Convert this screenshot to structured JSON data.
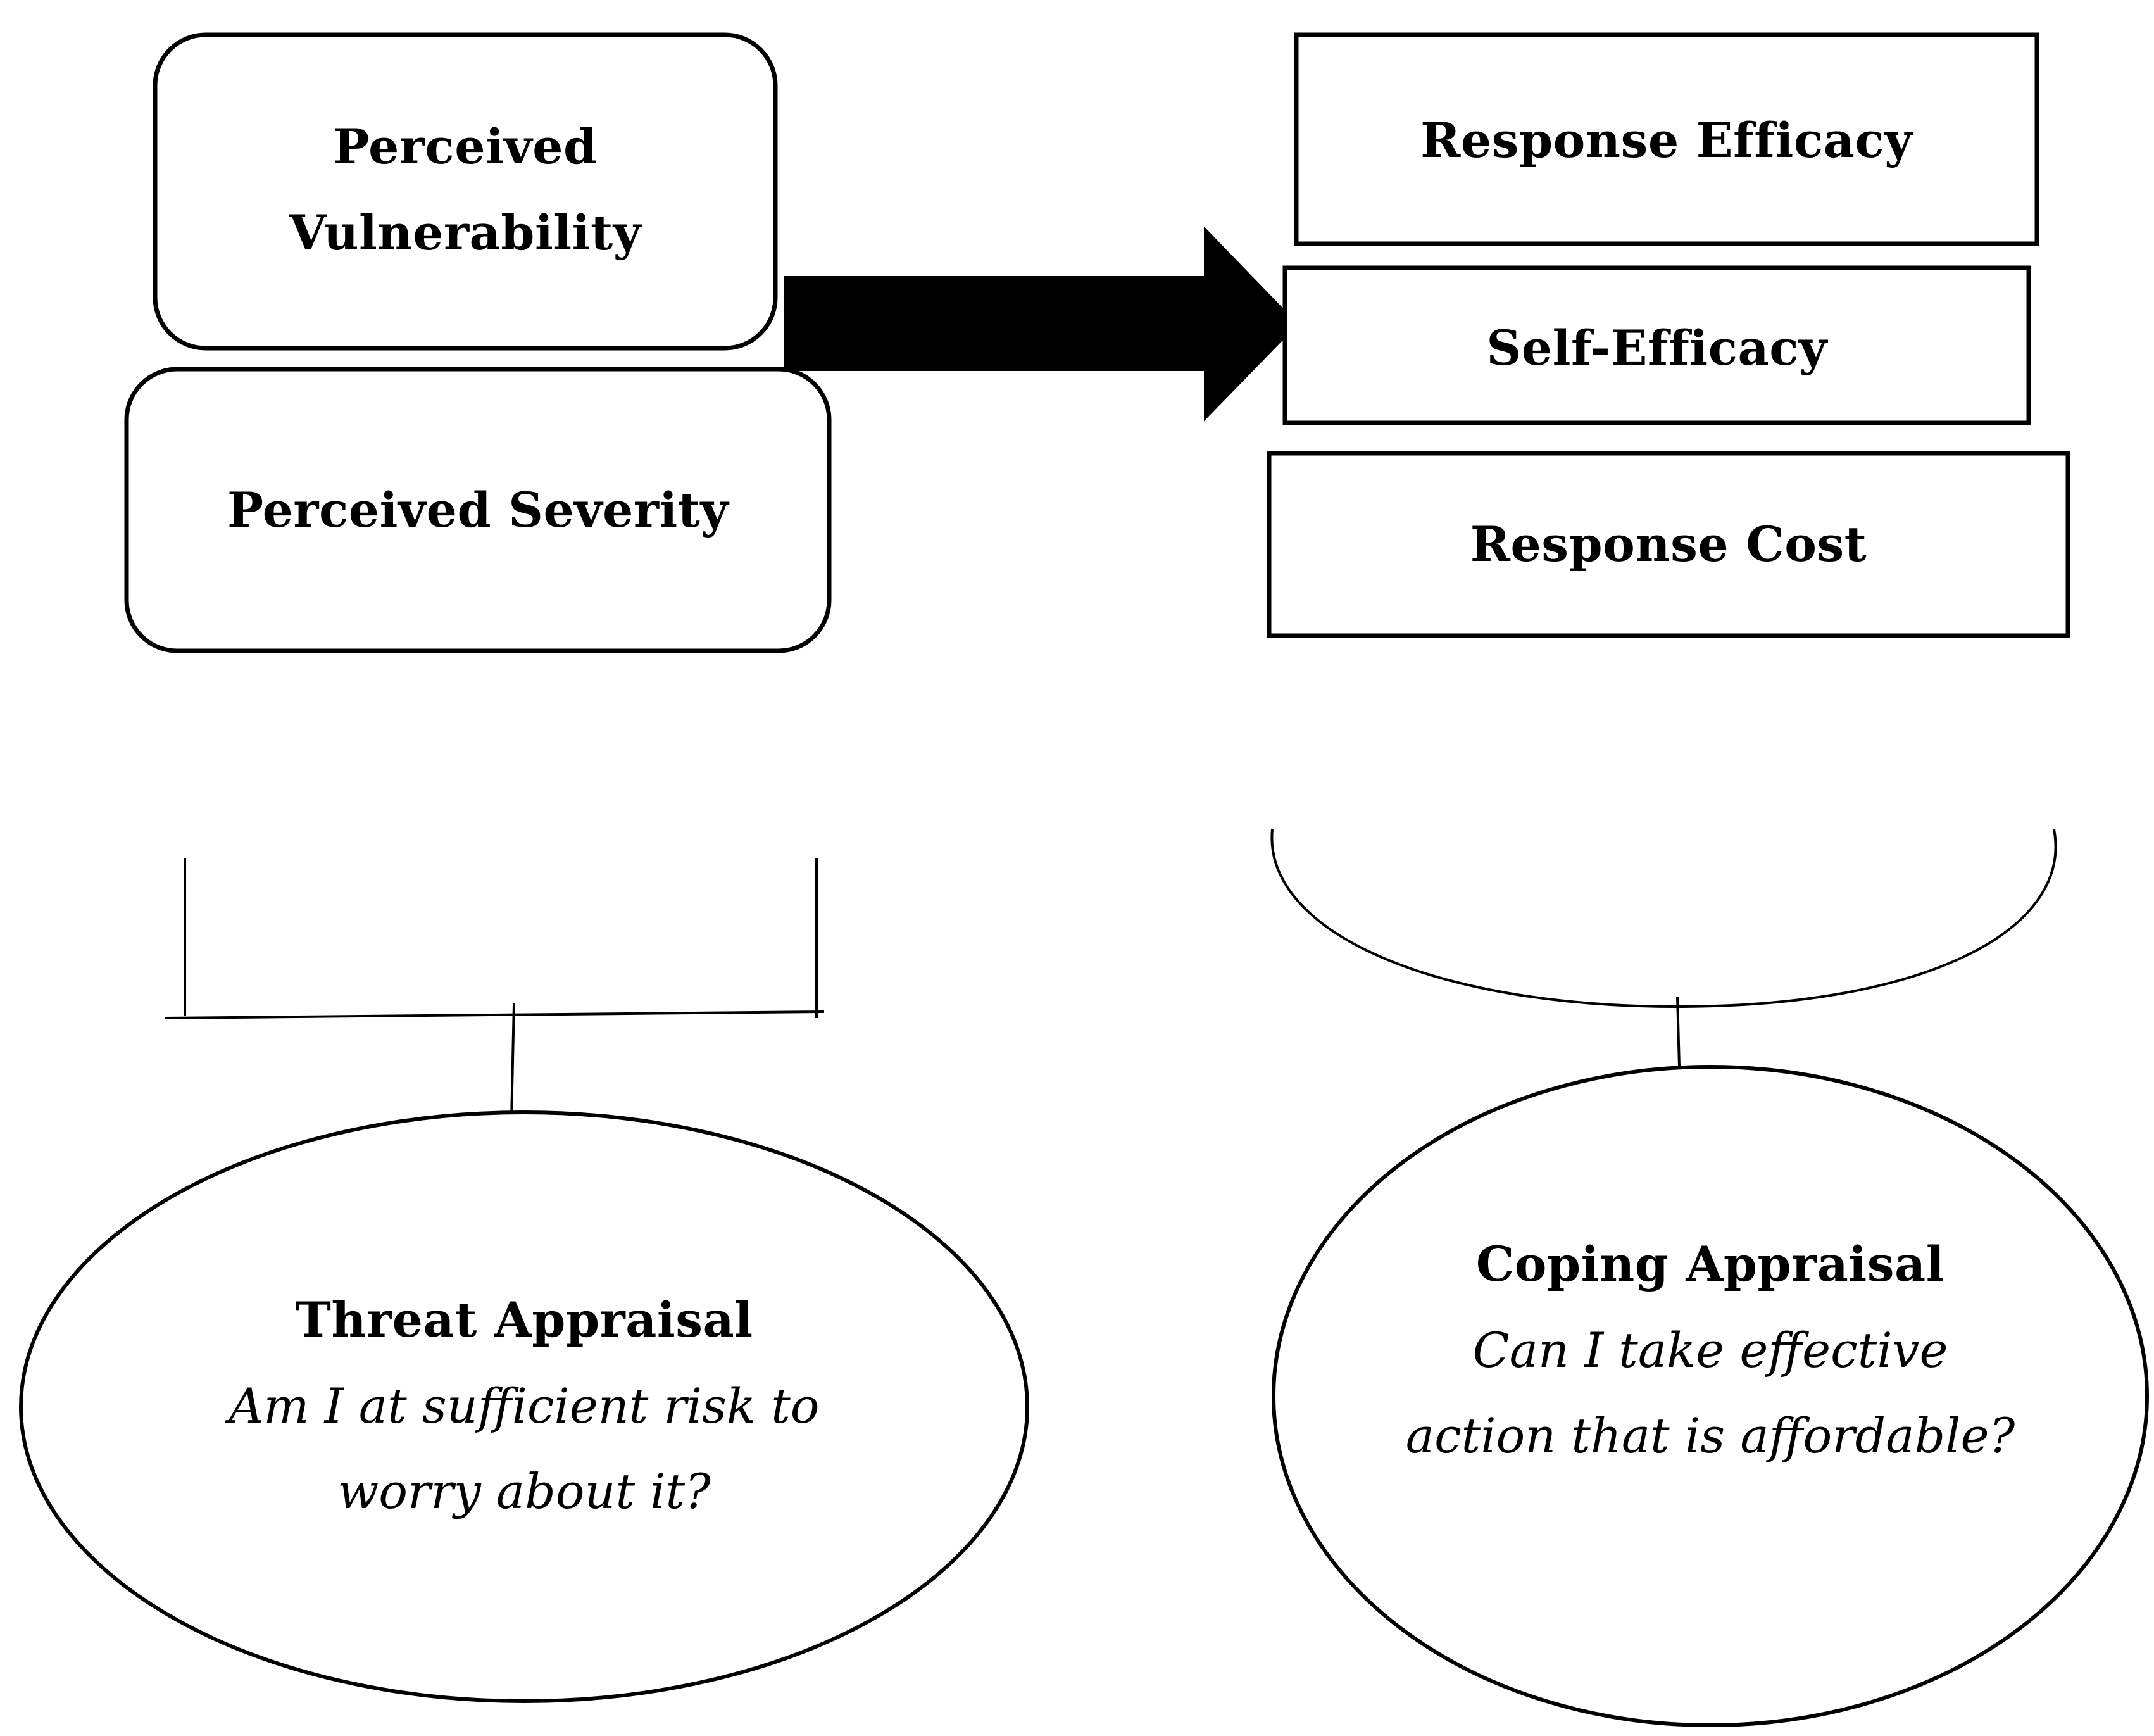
{
  "threat_factors": {
    "vulnerability": {
      "line1": "Perceived",
      "line2": "Vulnerability"
    },
    "severity": {
      "label": "Perceived Severity"
    }
  },
  "coping_factors": {
    "response_efficacy": {
      "label": "Response Efficacy"
    },
    "self_efficacy": {
      "label": "Self-Efficacy"
    },
    "response_cost": {
      "label": "Response Cost"
    }
  },
  "threat_appraisal": {
    "title": "Threat Appraisal",
    "question_line1": "Am I at sufficient risk to",
    "question_line2": "worry about it?"
  },
  "coping_appraisal": {
    "title": "Coping Appraisal",
    "question_line1": "Can I take effective",
    "question_line2": "action that is affordable?"
  },
  "colors": {
    "stroke": "#000000",
    "background": "#ffffff"
  }
}
